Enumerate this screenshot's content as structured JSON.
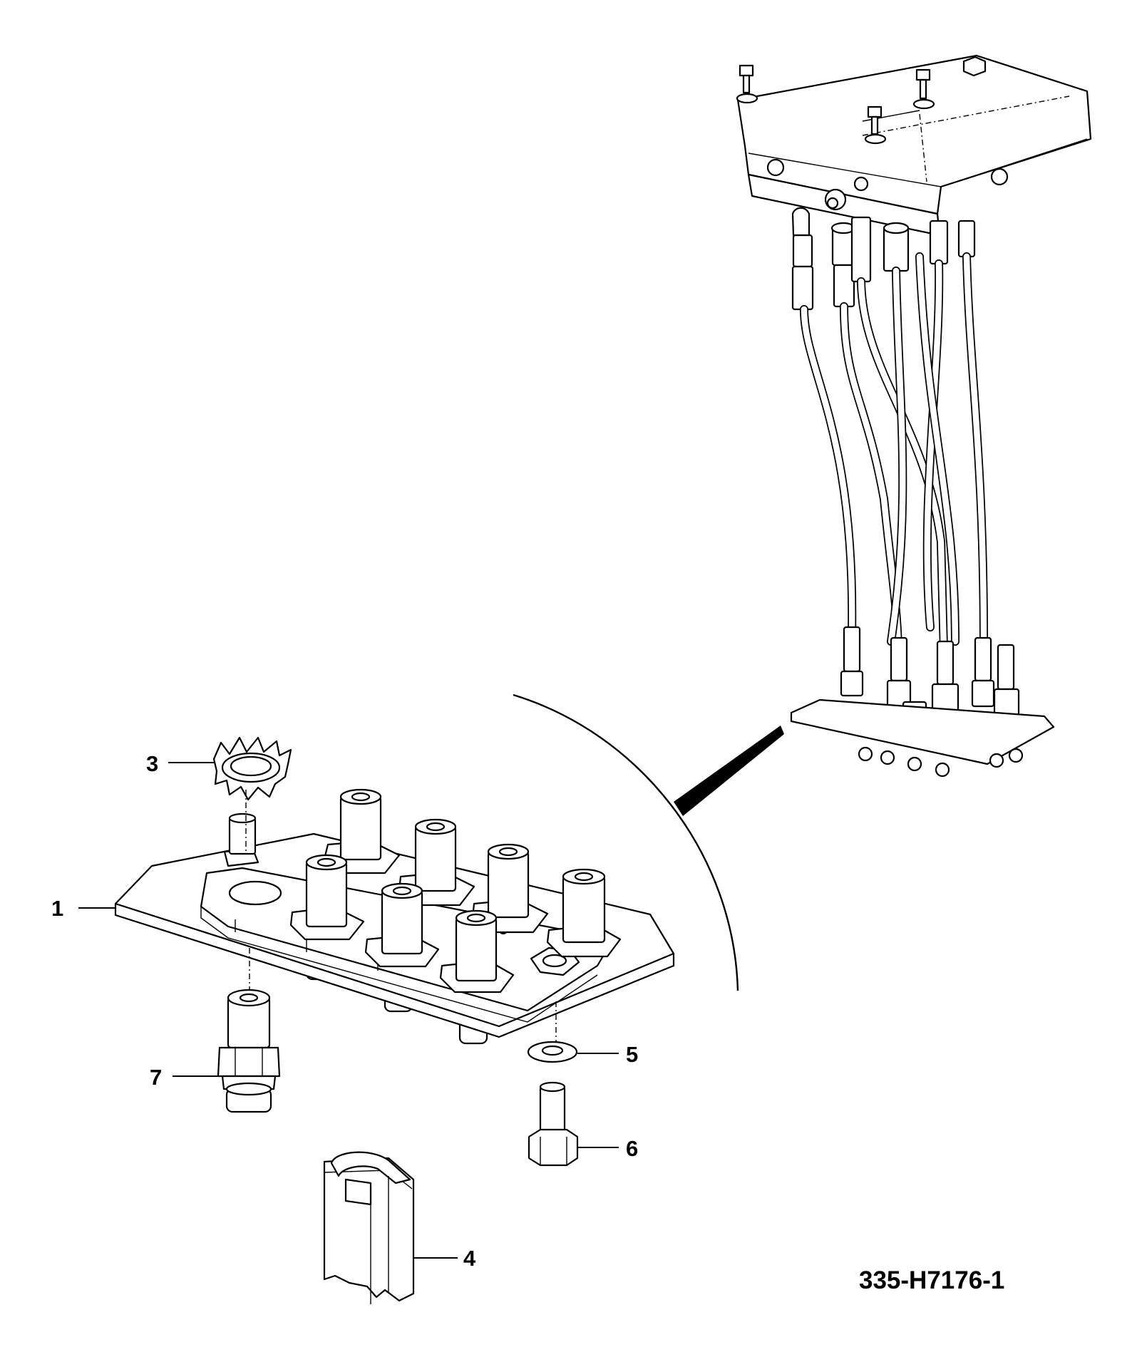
{
  "drawing_number": "335-H7176-1",
  "callouts": [
    {
      "id": "1",
      "label": "1"
    },
    {
      "id": "3",
      "label": "3"
    },
    {
      "id": "4",
      "label": "4"
    },
    {
      "id": "5",
      "label": "5"
    },
    {
      "id": "6",
      "label": "6"
    },
    {
      "id": "7",
      "label": "7"
    }
  ]
}
